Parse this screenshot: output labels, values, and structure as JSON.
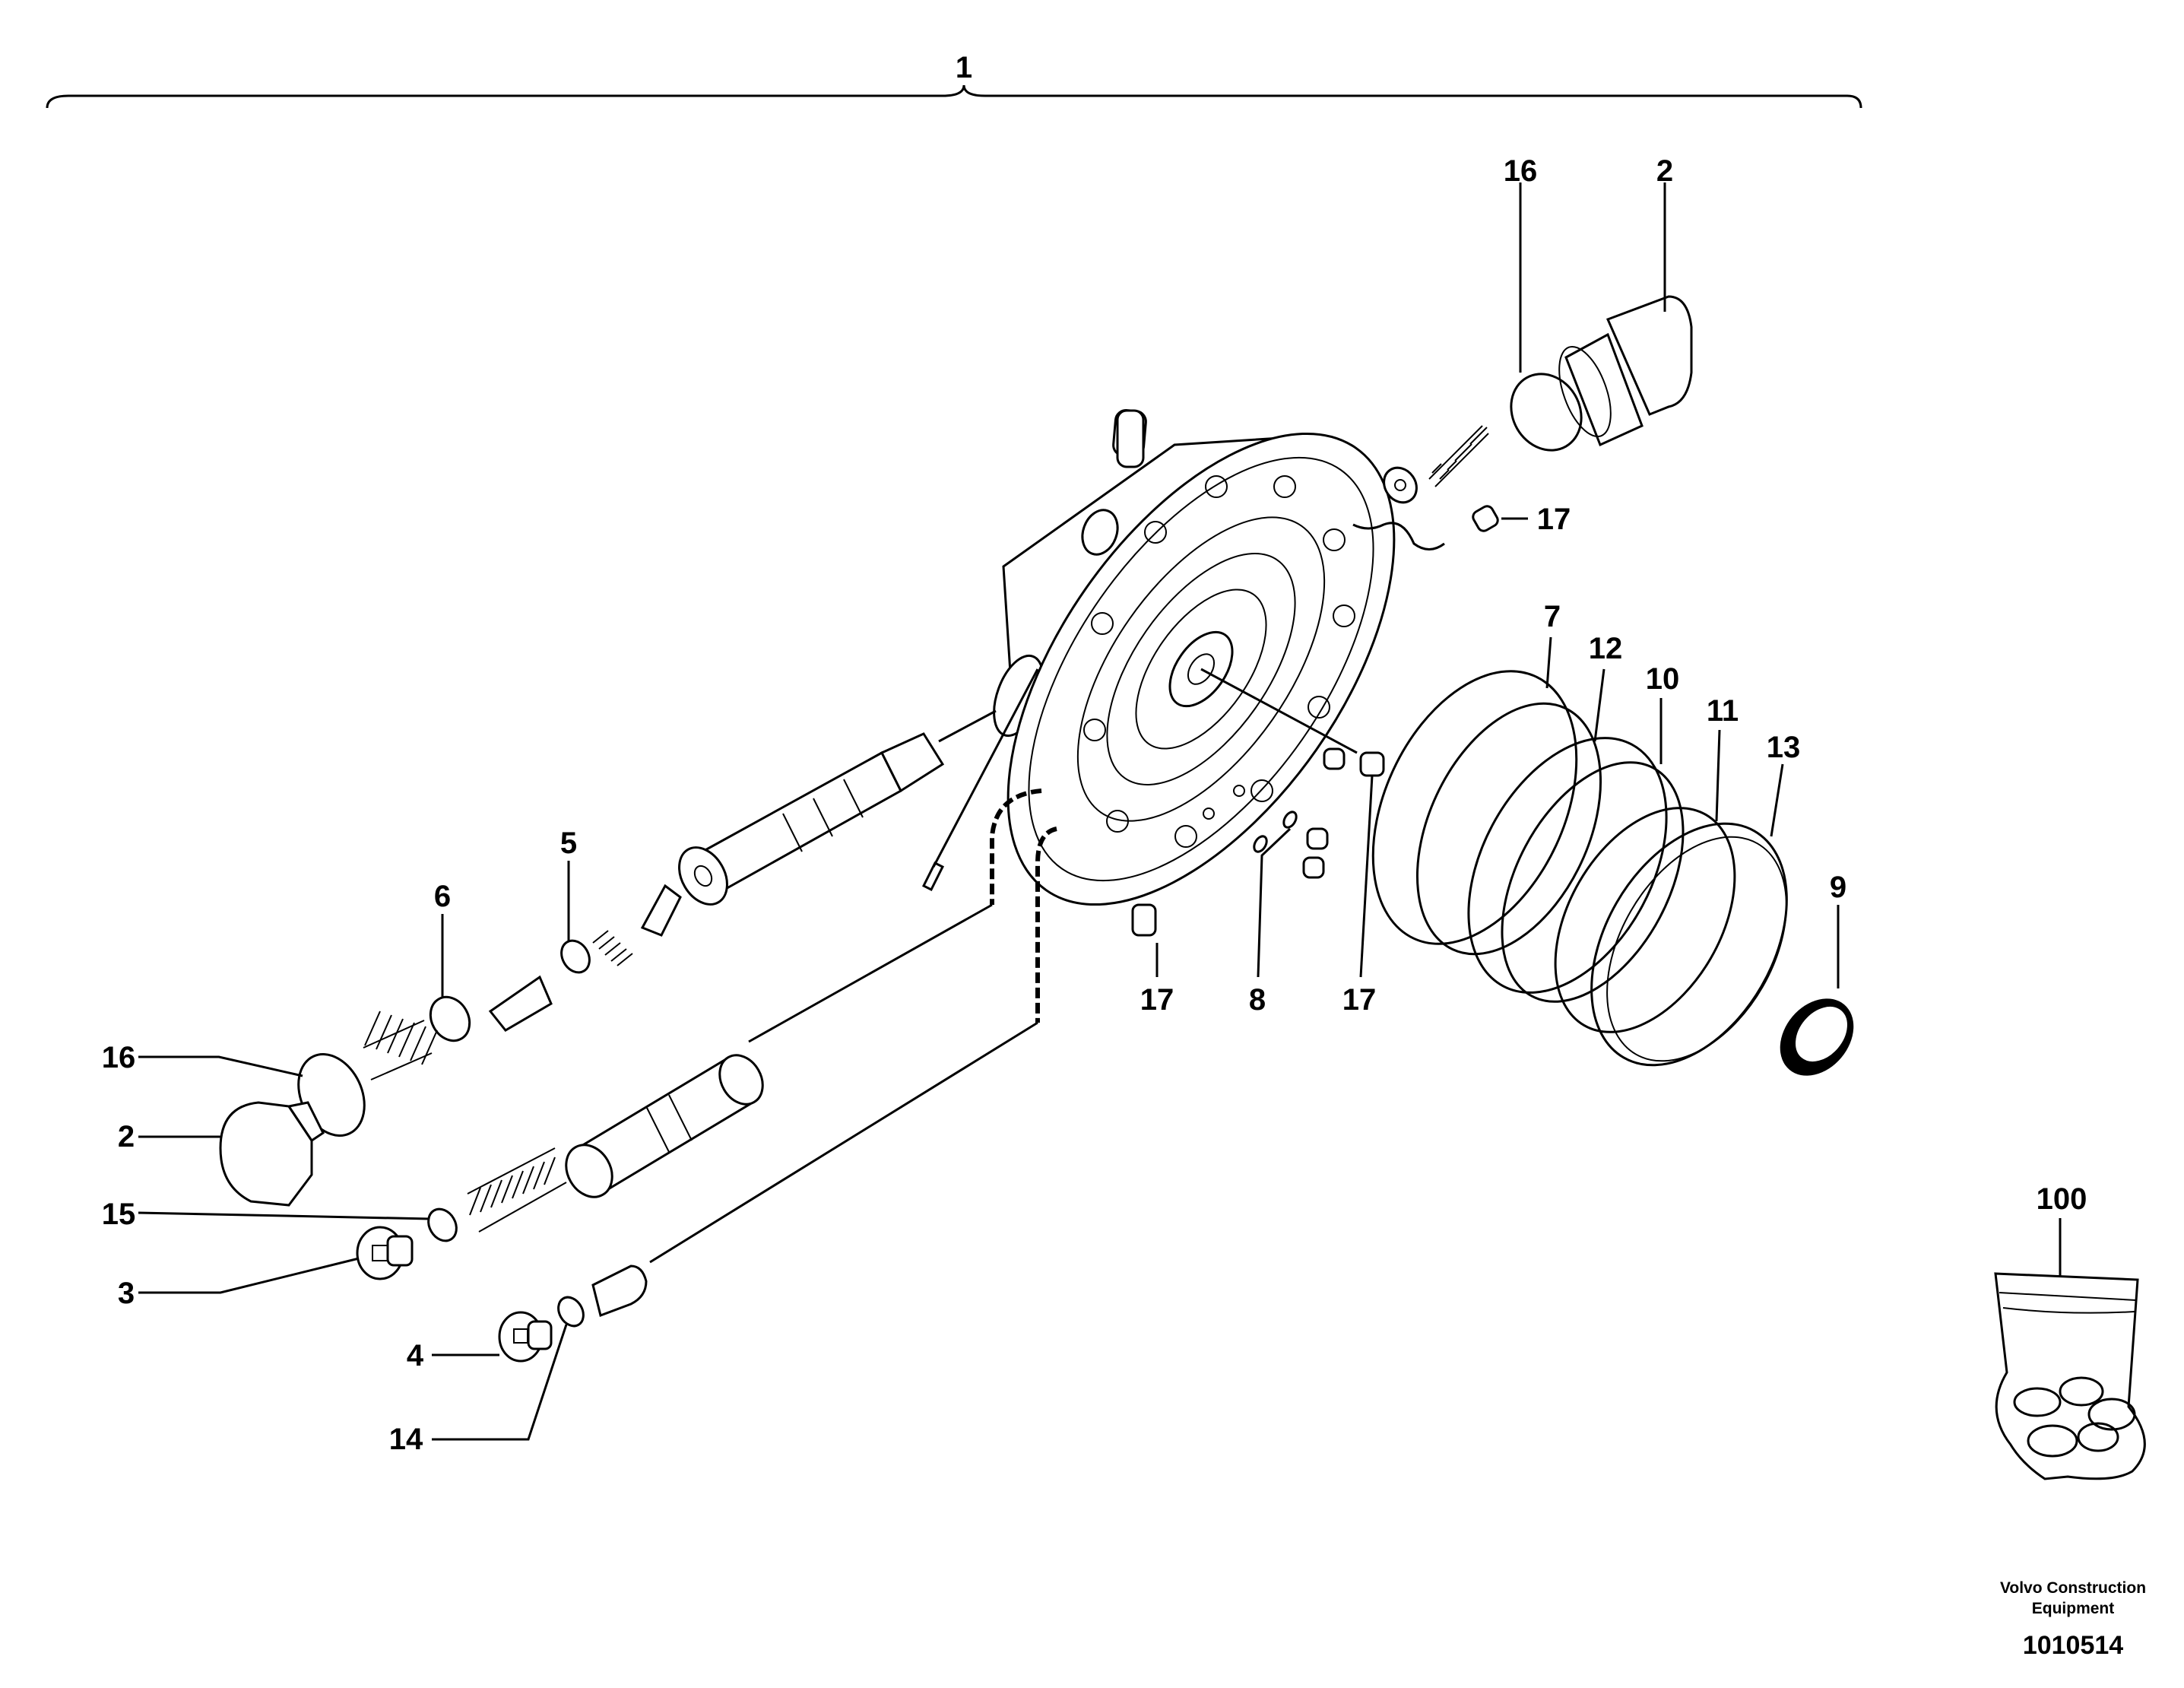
{
  "diagram": {
    "callouts": {
      "c1": "1",
      "c16a": "16",
      "c2a": "2",
      "c17a": "17",
      "c7": "7",
      "c12": "12",
      "c10": "10",
      "c11": "11",
      "c13": "13",
      "c9": "9",
      "c5": "5",
      "c6": "6",
      "c16b": "16",
      "c2b": "2",
      "c15": "15",
      "c3": "3",
      "c4": "4",
      "c14": "14",
      "c17b": "17",
      "c8": "8",
      "c17c": "17",
      "c100": "100"
    },
    "publisher": [
      "Volvo Construction",
      "Equipment"
    ],
    "drawing_number": "1010514"
  }
}
